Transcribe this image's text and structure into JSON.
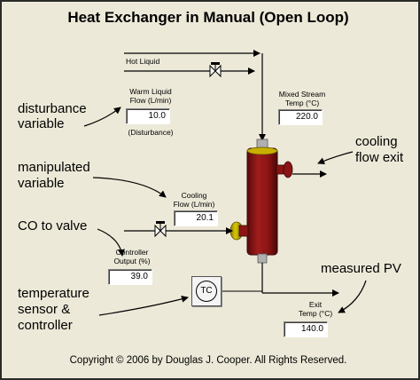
{
  "title": "Heat Exchanger in Manual (Open Loop)",
  "streams": {
    "hot_liquid": "Hot Liquid",
    "warm_liquid_label_line1": "Warm Liquid",
    "warm_liquid_label_line2": "Flow (L/min)",
    "warm_liquid_value": "10.0",
    "warm_liquid_note": "(Disturbance)",
    "mixed_stream_line1": "Mixed Stream",
    "mixed_stream_line2": "Temp (°C)",
    "mixed_stream_value": "220.0",
    "cooling_flow_line1": "Cooling",
    "cooling_flow_line2": "Flow (L/min)",
    "cooling_flow_value": "20.1",
    "controller_output_line1": "Controller",
    "controller_output_line2": "Output (%)",
    "controller_output_value": "39.0",
    "exit_temp_line1": "Exit",
    "exit_temp_line2": "Temp (°C)",
    "exit_temp_value": "140.0",
    "controller_symbol": "TC"
  },
  "callouts": {
    "disturbance_line1": "disturbance",
    "disturbance_line2": "variable",
    "manipulated_line1": "manipulated",
    "manipulated_line2": "variable",
    "co_to_valve": "CO to valve",
    "sensor_line1": "temperature",
    "sensor_line2": "sensor &",
    "sensor_line3": "controller",
    "cooling_exit_line1": "cooling",
    "cooling_exit_line2": "flow exit",
    "measured_pv": "measured PV"
  },
  "copyright": "Copyright © 2006 by Douglas J. Cooper.  All Rights Reserved.",
  "colors": {
    "background": "#ece9d8",
    "vessel": "#8b1414",
    "valve_yellow": "#c9b000",
    "readout": "#ffffff"
  }
}
